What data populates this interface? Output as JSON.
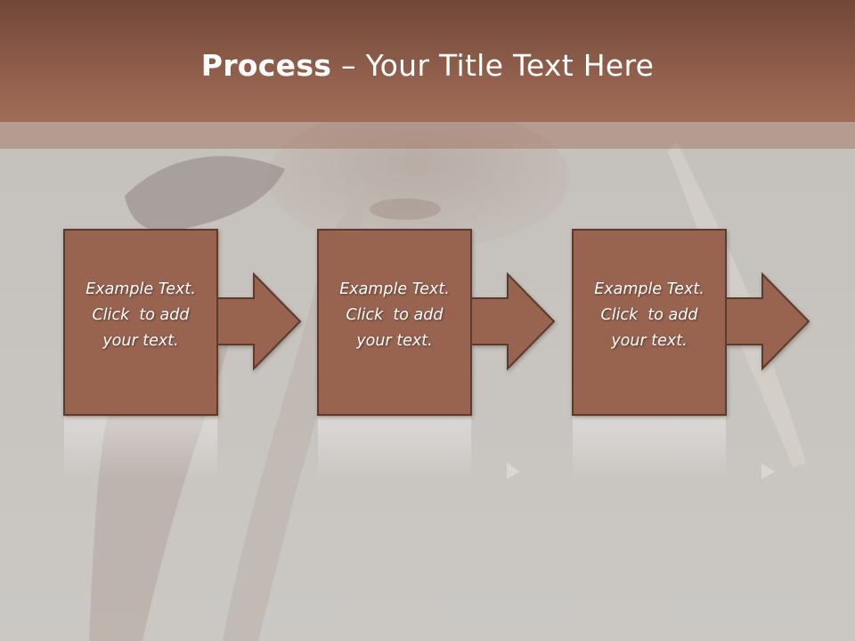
{
  "slide": {
    "title_bold": "Process",
    "title_rest": " – Your Title Text Here"
  },
  "steps": [
    {
      "line1": "Example Text.",
      "line2": "Click  to add",
      "line3": "your text."
    },
    {
      "line1": "Example Text.",
      "line2": "Click  to add",
      "line3": "your text."
    },
    {
      "line1": "Example Text.",
      "line2": "Click  to add",
      "line3": "your text."
    }
  ],
  "colors": {
    "header": "#8e5d4a",
    "box_fill": "#98634f",
    "box_stroke": "#5a3a2e",
    "background": "#c9c7c3",
    "text": "#ffffff"
  }
}
